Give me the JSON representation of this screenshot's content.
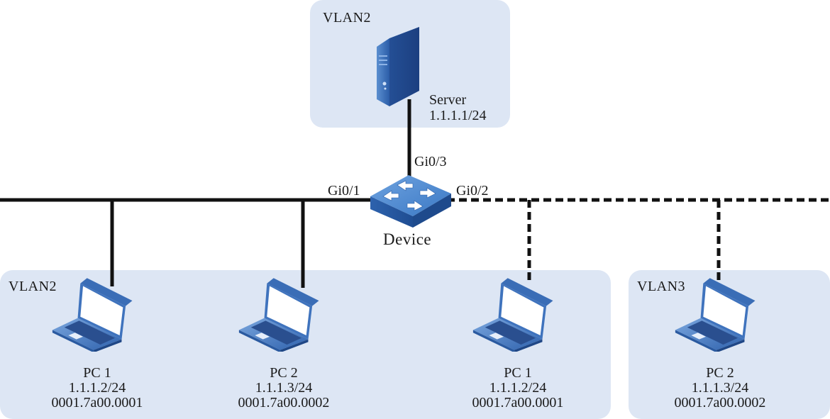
{
  "zones": {
    "server_zone": {
      "label": "VLAN2"
    },
    "vlan2_zone": {
      "label": "VLAN2"
    },
    "vlan3_zone": {
      "label": "VLAN3"
    }
  },
  "server": {
    "name": "Server",
    "ip": "1.1.1.1/24"
  },
  "device": {
    "name": "Device"
  },
  "ports": {
    "gi01": "Gi0/1",
    "gi02": "Gi0/2",
    "gi03": "Gi0/3"
  },
  "pcs": [
    {
      "name": "PC 1",
      "ip": "1.1.1.2/24",
      "mac": "0001.7a00.0001",
      "vlan": "VLAN2",
      "link": "solid"
    },
    {
      "name": "PC 2",
      "ip": "1.1.1.3/24",
      "mac": "0001.7a00.0002",
      "vlan": "VLAN2",
      "link": "solid"
    },
    {
      "name": "PC 1",
      "ip": "1.1.1.2/24",
      "mac": "0001.7a00.0001",
      "vlan": "VLAN2",
      "link": "dashed"
    },
    {
      "name": "PC 2",
      "ip": "1.1.1.3/24",
      "mac": "0001.7a00.0002",
      "vlan": "VLAN3",
      "link": "dashed"
    }
  ],
  "colors": {
    "zone_fill": "#dde6f4",
    "device_blue": "#2f6db5",
    "link": "#111111"
  }
}
